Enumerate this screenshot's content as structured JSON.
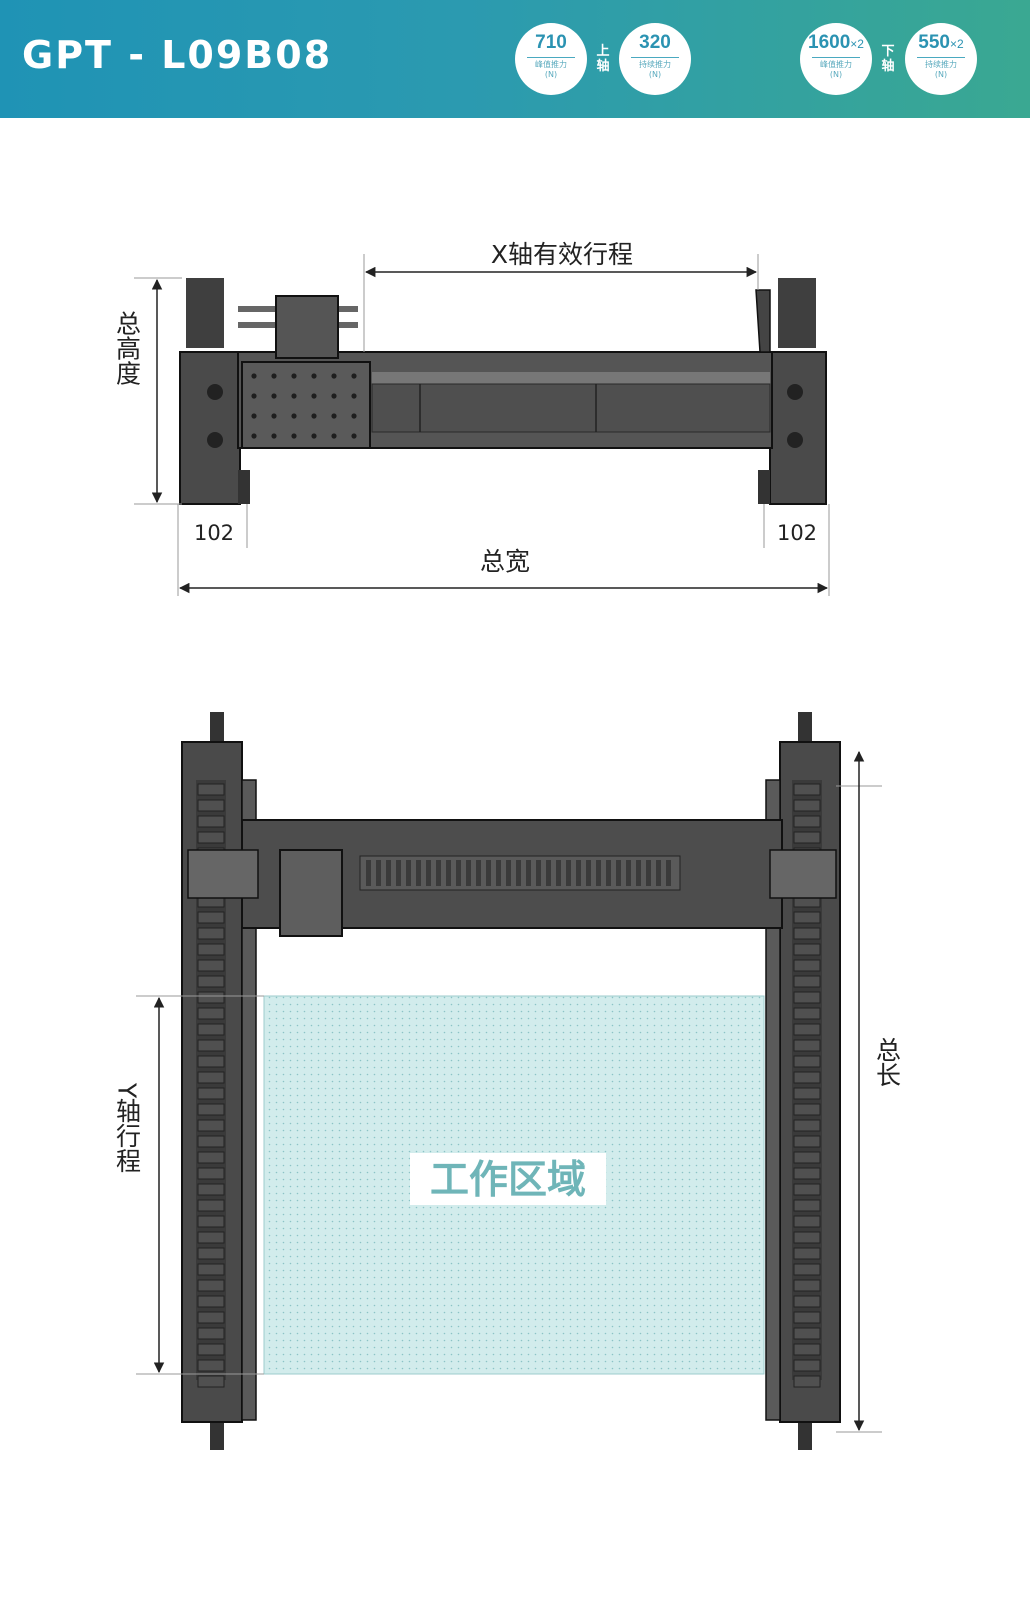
{
  "header": {
    "title": "GPT - L09B08",
    "upper_axis_label": "上轴",
    "lower_axis_label": "下轴",
    "badges": [
      {
        "value": "710",
        "multiplier": "",
        "label": "峰值推力",
        "unit": "(N)"
      },
      {
        "value": "320",
        "multiplier": "",
        "label": "持续推力",
        "unit": "(N)"
      },
      {
        "value": "1600",
        "multiplier": "×2",
        "label": "峰值推力",
        "unit": "(N)"
      },
      {
        "value": "550",
        "multiplier": "×2",
        "label": "持续推力",
        "unit": "(N)"
      }
    ]
  },
  "front_view": {
    "x_stroke_label": "X轴有效行程",
    "total_height_label": "总高度",
    "total_width_label": "总宽",
    "left_dim": "102",
    "right_dim": "102"
  },
  "top_view": {
    "y_stroke_label": "Y轴行程",
    "total_length_label": "总长",
    "work_area_label": "工作区域"
  },
  "colors": {
    "header_start": "#1f93b5",
    "header_end": "#3aa892",
    "badge_text": "#2b93b2",
    "machine_gray": "#4a4a4a",
    "work_area_fill": "#d2ecec",
    "work_area_text": "#6fb5b8"
  }
}
